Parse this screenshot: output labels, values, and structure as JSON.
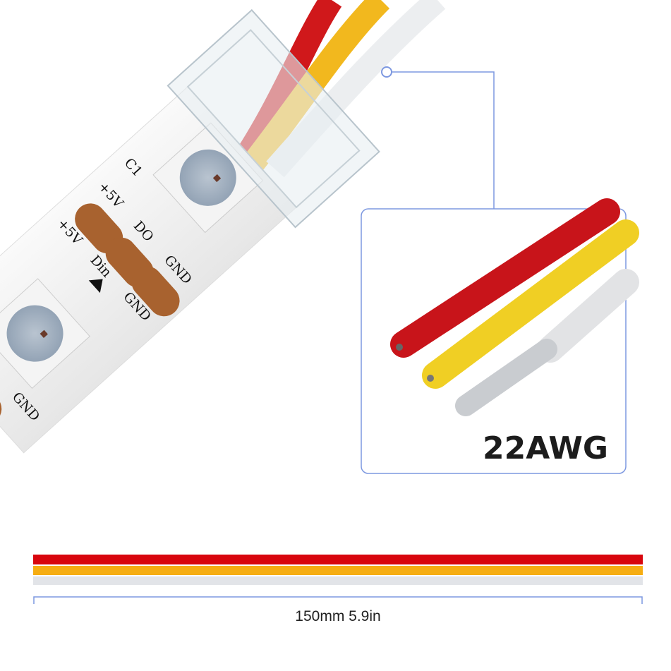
{
  "product": {
    "pcb_labels": {
      "top_plus5v": "+5V",
      "top_do": "DO",
      "top_gnd": "GND",
      "c1": "C1",
      "bottom_plus5v": "+5V",
      "din": "Din",
      "bottom_gnd": "GND",
      "lower_gnd": "GND"
    },
    "wire_gauge_label": "22AWG",
    "length_label": "150mm 5.9in"
  },
  "colors": {
    "wire_red": "#d40f12",
    "wire_yellow": "#f2c21a",
    "wire_orange": "#f6ad12",
    "wire_white": "#e4e6ea",
    "pad_copper": "#a8622f",
    "callout_line": "#7d98e0",
    "strip_white": "#f3f3f3"
  }
}
